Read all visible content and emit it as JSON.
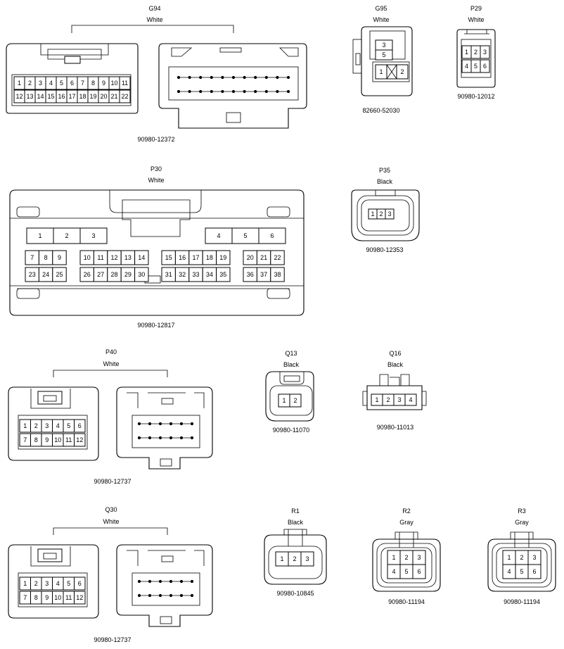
{
  "connectors": {
    "g94": {
      "code": "G94",
      "color": "White",
      "part": "90980-12372",
      "pins_row1": [
        "1",
        "2",
        "3",
        "4",
        "5",
        "6",
        "7",
        "8",
        "9",
        "10",
        "11"
      ],
      "pins_row2": [
        "12",
        "13",
        "14",
        "15",
        "16",
        "17",
        "18",
        "19",
        "20",
        "21",
        "22"
      ]
    },
    "g95": {
      "code": "G95",
      "color": "White",
      "part": "82660-52030",
      "pins": [
        "3",
        "5",
        "1",
        "2"
      ]
    },
    "p29": {
      "code": "P29",
      "color": "White",
      "part": "90980-12012",
      "pins_row1": [
        "1",
        "2",
        "3"
      ],
      "pins_row2": [
        "4",
        "5",
        "6"
      ]
    },
    "p30": {
      "code": "P30",
      "color": "White",
      "part": "90980-12817",
      "pins_top": [
        "1",
        "2",
        "3",
        "4",
        "5",
        "6"
      ],
      "pins_row1": [
        "7",
        "8",
        "9",
        "10",
        "11",
        "12",
        "13",
        "14",
        "15",
        "16",
        "17",
        "18",
        "19",
        "20",
        "21",
        "22"
      ],
      "pins_row2": [
        "23",
        "24",
        "25",
        "26",
        "27",
        "28",
        "29",
        "30",
        "31",
        "32",
        "33",
        "34",
        "35",
        "36",
        "37",
        "38"
      ]
    },
    "p35": {
      "code": "P35",
      "color": "Black",
      "part": "90980-12353",
      "pins": [
        "1",
        "2",
        "3"
      ]
    },
    "p40": {
      "code": "P40",
      "color": "White",
      "part": "90980-12737",
      "pins_row1": [
        "1",
        "2",
        "3",
        "4",
        "5",
        "6"
      ],
      "pins_row2": [
        "7",
        "8",
        "9",
        "10",
        "11",
        "12"
      ]
    },
    "q13": {
      "code": "Q13",
      "color": "Black",
      "part": "90980-11070",
      "pins": [
        "1",
        "2"
      ]
    },
    "q16": {
      "code": "Q16",
      "color": "Black",
      "part": "90980-11013",
      "pins": [
        "1",
        "2",
        "3",
        "4"
      ]
    },
    "q30": {
      "code": "Q30",
      "color": "White",
      "part": "90980-12737",
      "pins_row1": [
        "1",
        "2",
        "3",
        "4",
        "5",
        "6"
      ],
      "pins_row2": [
        "7",
        "8",
        "9",
        "10",
        "11",
        "12"
      ]
    },
    "r1": {
      "code": "R1",
      "color": "Black",
      "part": "90980-10845",
      "pins": [
        "1",
        "2",
        "3"
      ]
    },
    "r2": {
      "code": "R2",
      "color": "Gray",
      "part": "90980-11194",
      "pins_row1": [
        "1",
        "2",
        "3"
      ],
      "pins_row2": [
        "4",
        "5",
        "6"
      ]
    },
    "r3": {
      "code": "R3",
      "color": "Gray",
      "part": "90980-11194",
      "pins_row1": [
        "1",
        "2",
        "3"
      ],
      "pins_row2": [
        "4",
        "5",
        "6"
      ]
    }
  }
}
